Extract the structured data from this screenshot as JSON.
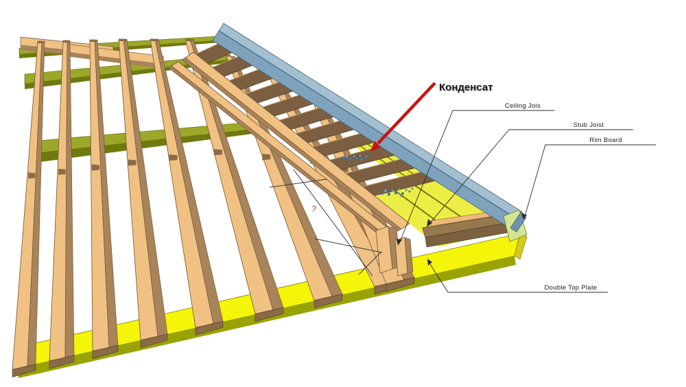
{
  "title": "Ceiling framing condensation diagram",
  "heading": {
    "label": "Конденсат"
  },
  "callouts": [
    {
      "id": "ceiling-joist",
      "label": "Ceiling Jois"
    },
    {
      "id": "stub-joist",
      "label": "Stub Joist"
    },
    {
      "id": "rim-board",
      "label": "Rim Board"
    },
    {
      "id": "double-top-plate",
      "label": "Double Top Plate"
    }
  ],
  "question_mark": "?",
  "icons": [
    "red-arrow-icon",
    "condensate-droplets",
    "question-mark",
    "pencil-cross-marks"
  ],
  "colors": {
    "background": "#ffffff",
    "joist_light": "#F0C183",
    "joist_dark": "#A9835A",
    "joist_end": "#8A6B45",
    "joist_outline": "#6B5334",
    "olive_top": "#9DA82A",
    "olive_face": "#6F7A0E",
    "yellow_top": "#F5F50A",
    "yellow_face": "#99A404",
    "yellow_end": "#D6C91E",
    "band_yellow": "#EDEE45",
    "rim_top": "#A4BFD0",
    "rim_face": "#7FA3BC",
    "rim_line": "#557F9A",
    "rim_end": "#6E93AA",
    "rim_outline": "#3E6379",
    "green_wedge": "#D3E493",
    "stub_top": "#7B5F40",
    "stub_edge": "#C49A66",
    "brown_top": "#97794F",
    "brown_face": "#7C6040",
    "orange_strip": "#F2B877",
    "condensate": "#3C7CC4",
    "condensate2": "#7FB0E0",
    "arrow_red": "#CC1111",
    "line_dark": "#2a2a2a",
    "text": "#1a1a1a"
  }
}
